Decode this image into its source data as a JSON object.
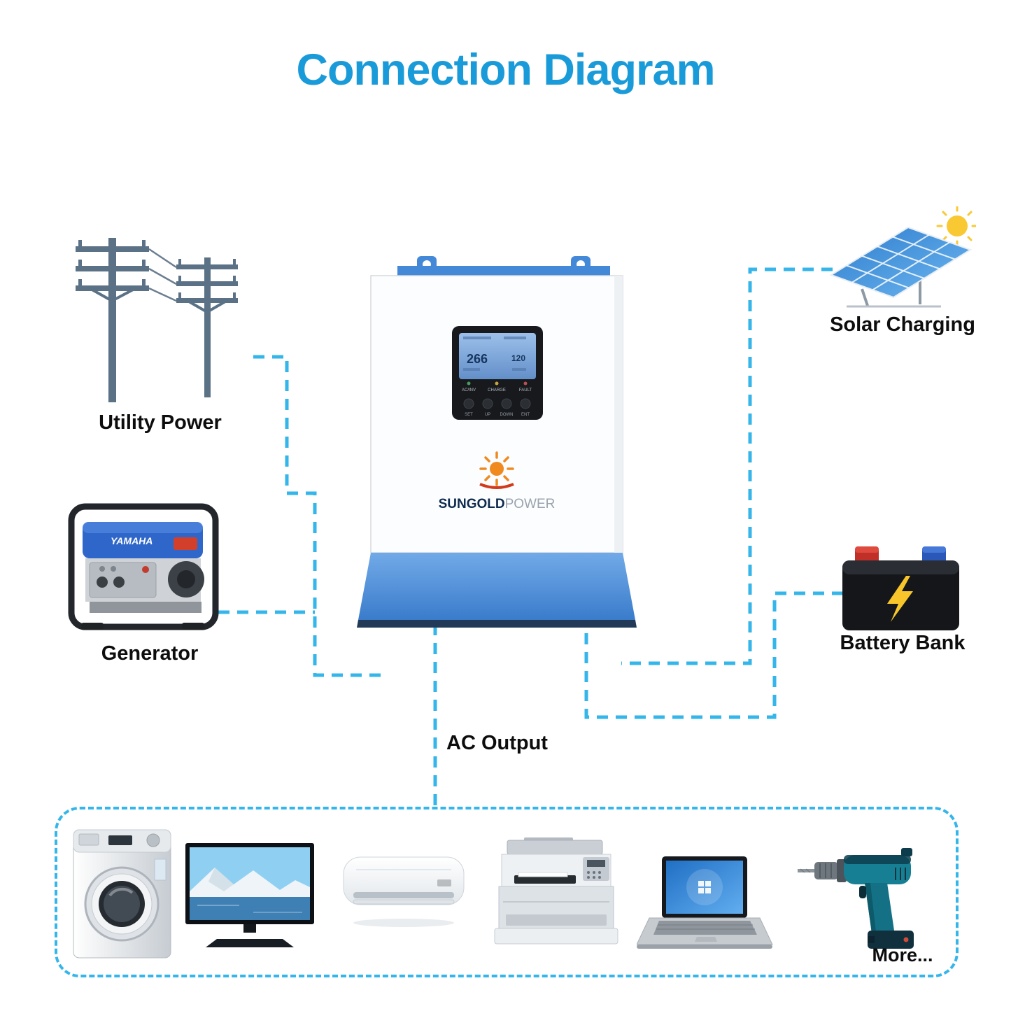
{
  "title": "Connection Diagram",
  "colors": {
    "title_blue": "#1a9bd9",
    "wire_cyan": "#35b6ea",
    "inverter_blue": "#4489d8",
    "sun_orange": "#f08a1f",
    "battery_yellow": "#f8c62a"
  },
  "labels": {
    "utility": "Utility Power",
    "generator": "Generator",
    "solar": "Solar Charging",
    "battery": "Battery Bank",
    "ac_output": "AC Output",
    "more": "More..."
  },
  "inverter": {
    "brand_bold": "SUNGOLD",
    "brand_light": "POWER",
    "lcd_left": "266",
    "lcd_right": "120",
    "leds": [
      "AC/INV",
      "CHARGE",
      "FAULT"
    ],
    "buttons": [
      "SET",
      "UP",
      "DOWN",
      "ENT"
    ]
  },
  "generator": {
    "brand": "YAMAHA"
  },
  "appliances": [
    "washing-machine",
    "tv",
    "air-conditioner",
    "printer",
    "laptop",
    "drill"
  ]
}
